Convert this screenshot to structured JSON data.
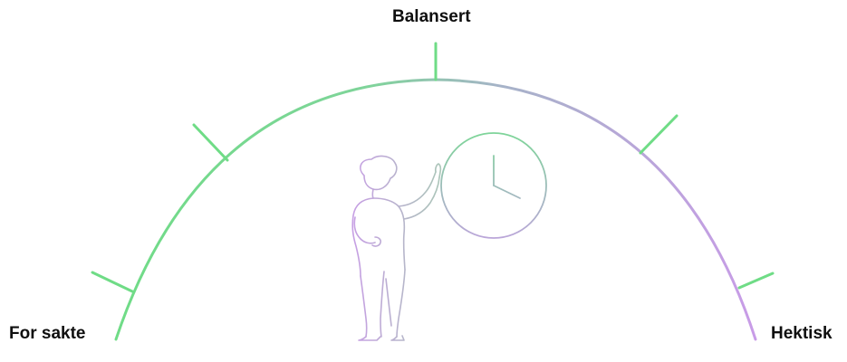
{
  "labels": {
    "top": "Balansert",
    "left": "For sakte",
    "right": "Hektisk"
  },
  "colors": {
    "green": "#6fdc86",
    "lilac": "#c79ae6",
    "text": "#0f0f0f"
  },
  "icons": {
    "person": "person-pointing-icon",
    "clock": "clock-icon"
  }
}
